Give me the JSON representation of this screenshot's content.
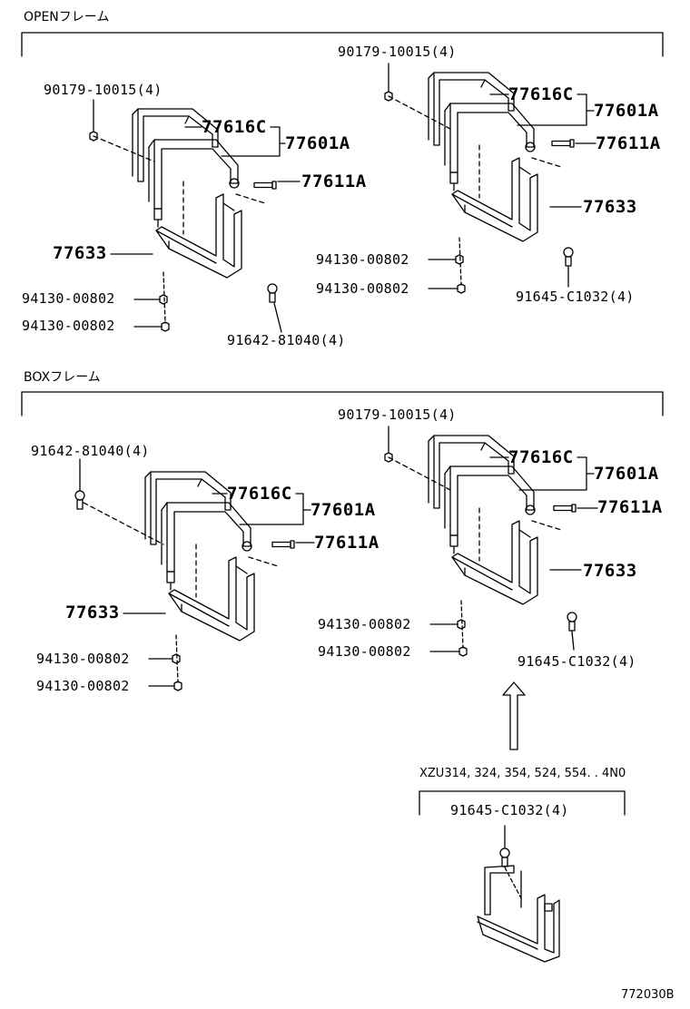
{
  "sections": {
    "open": {
      "title": "OPENフレーム"
    },
    "box": {
      "title": "BOXフレーム"
    }
  },
  "variant_note": "XZU314, 324, 354, 524, 554. . 4N0",
  "drawing_id": "772030B",
  "labels": {
    "o1_90179": "90179-10015(4)",
    "o1_77616": "77616C",
    "o1_77601": "77601A",
    "o1_77611": "77611A",
    "o1_77633": "77633",
    "o1_94130a": "94130-00802",
    "o1_94130b": "94130-00802",
    "o1_91642": "91642-81040(4)",
    "o2_90179": "90179-10015(4)",
    "o2_77616": "77616C",
    "o2_77601": "77601A",
    "o2_77611": "77611A",
    "o2_77633": "77633",
    "o2_94130a": "94130-00802",
    "o2_94130b": "94130-00802",
    "o2_91645": "91645-C1032(4)",
    "b1_91642": "91642-81040(4)",
    "b1_77616": "77616C",
    "b1_77601": "77601A",
    "b1_77611": "77611A",
    "b1_77633": "77633",
    "b1_94130a": "94130-00802",
    "b1_94130b": "94130-00802",
    "b2_90179": "90179-10015(4)",
    "b2_77616": "77616C",
    "b2_77601": "77601A",
    "b2_77611": "77611A",
    "b2_77633": "77633",
    "b2_94130a": "94130-00802",
    "b2_94130b": "94130-00802",
    "b2_91645": "91645-C1032(4)",
    "d_91645": "91645-C1032(4)"
  }
}
